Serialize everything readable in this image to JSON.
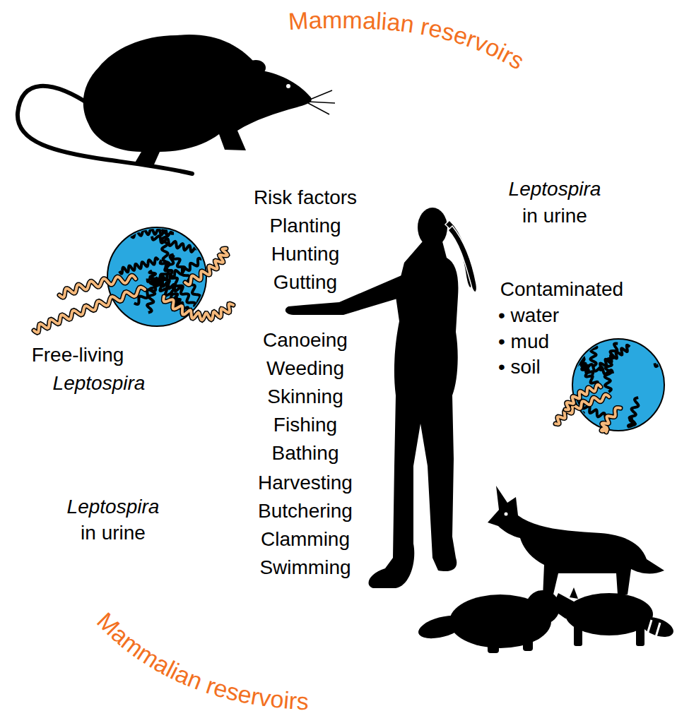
{
  "diagram": {
    "nodes": [
      {
        "text": [
          "Free-living",
          "Leptospira",
          "Contaminated",
          "• water",
          "• mud",
          "• soil"
        ]
      }
    ],
    "labels": [
      "Mammalian reservoirs",
      "Risk factors",
      "Planting",
      "Hunting",
      "Gutting",
      "Leptospira",
      "in urine",
      "Canoeing",
      "Weeding",
      "Skinning",
      "Fishing",
      "Bathing",
      "Harvesting",
      "Butchering",
      "Clamming",
      "Swimming",
      "Leptospira",
      "in urine",
      "Mammalian reservoirs"
    ]
  }
}
